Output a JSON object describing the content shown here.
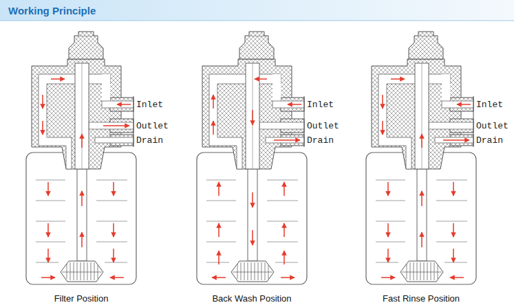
{
  "diagram": {
    "title": "Working Principle",
    "labels": [
      "Inlet",
      "Outlet",
      "Drain",
      "Inlet",
      "Outlet",
      "Drain",
      "Inlet",
      "Outlet",
      "Drain",
      "Filter Position",
      "Back Wash Position",
      "Fast Rinse Position"
    ]
  }
}
